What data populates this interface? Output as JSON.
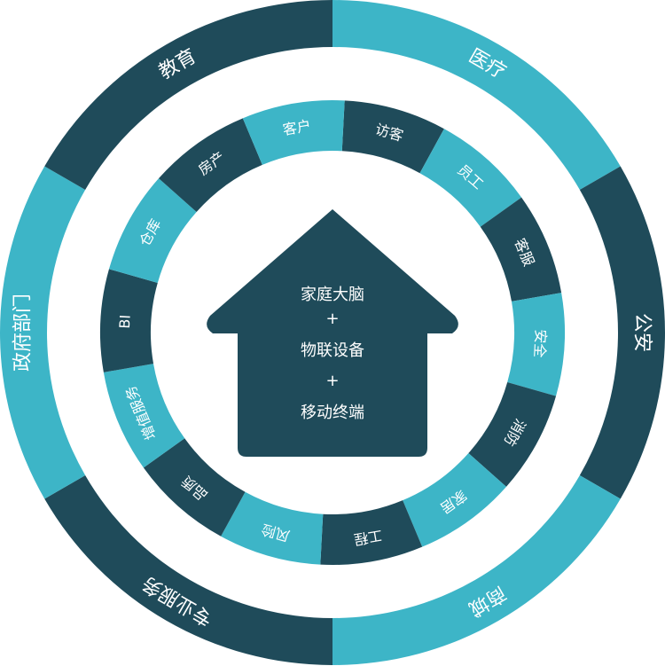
{
  "colors": {
    "dark": "#1f4b5a",
    "teal": "#3db5c7",
    "background": "#ffffff",
    "text": "#ffffff"
  },
  "outer_ring": [
    {
      "label": "医疗",
      "tone": "teal"
    },
    {
      "label": "公安",
      "tone": "dark"
    },
    {
      "label": "商城",
      "tone": "teal"
    },
    {
      "label": "专业服务",
      "tone": "dark"
    },
    {
      "label": "政府部门",
      "tone": "teal"
    },
    {
      "label": "教育",
      "tone": "dark"
    }
  ],
  "inner_ring": [
    {
      "label": "访客",
      "tone": "dark"
    },
    {
      "label": "员工",
      "tone": "teal"
    },
    {
      "label": "客服",
      "tone": "dark"
    },
    {
      "label": "安全",
      "tone": "teal"
    },
    {
      "label": "消防",
      "tone": "dark"
    },
    {
      "label": "家居",
      "tone": "teal"
    },
    {
      "label": "工程",
      "tone": "dark"
    },
    {
      "label": "风险",
      "tone": "teal"
    },
    {
      "label": "品质",
      "tone": "dark"
    },
    {
      "label": "增值服务",
      "tone": "teal"
    },
    {
      "label": "BI",
      "tone": "dark"
    },
    {
      "label": "仓库",
      "tone": "teal"
    },
    {
      "label": "房产",
      "tone": "dark"
    },
    {
      "label": "客户",
      "tone": "teal"
    }
  ],
  "center": {
    "icon": "house-icon",
    "lines": [
      "家庭大脑",
      "+",
      "物联设备",
      "+",
      "移动终端"
    ]
  }
}
